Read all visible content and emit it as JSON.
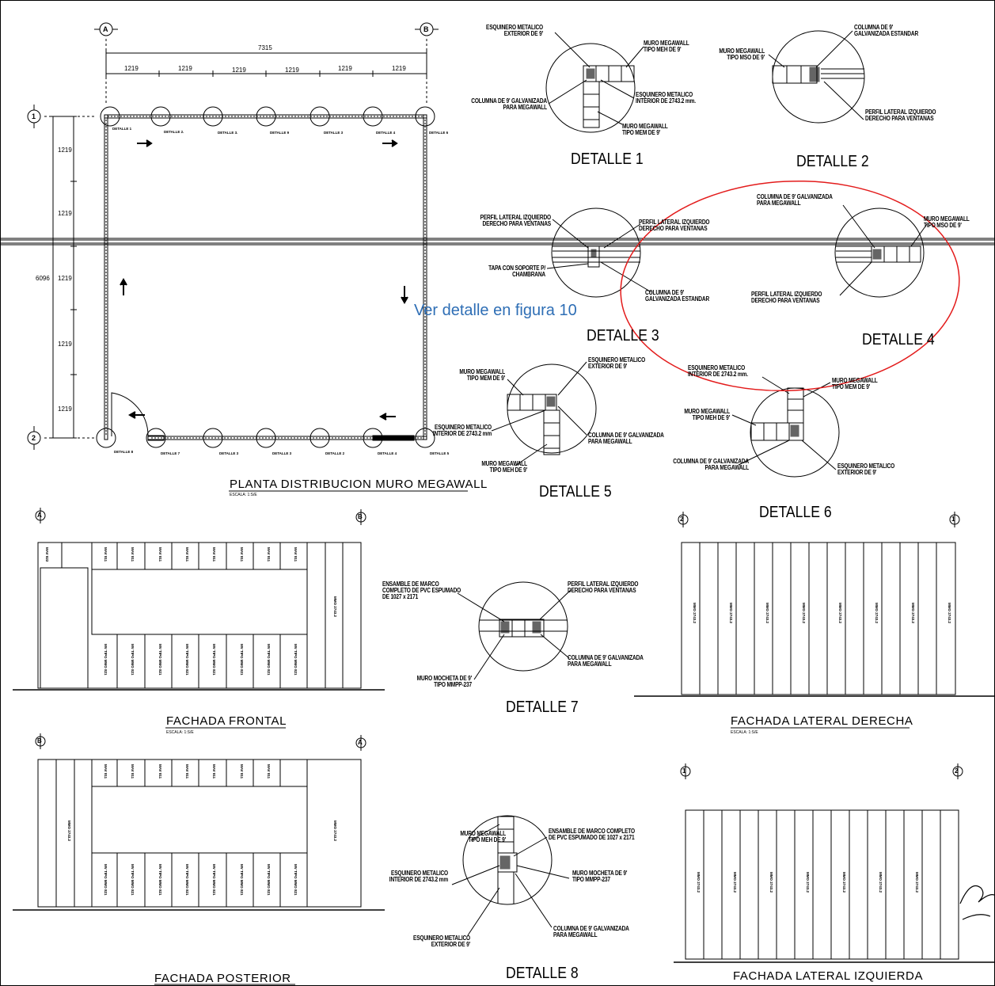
{
  "plan": {
    "title": "PLANTA DISTRIBUCION MURO MEGAWALL",
    "scale": "ESCALA: 1:S/E",
    "dims": {
      "total_x": "7315",
      "segments": [
        "1219",
        "1219",
        "1219",
        "1219",
        "1219",
        "1219"
      ],
      "total_y": "6096",
      "rows": [
        "1219",
        "1219",
        "1219",
        "1219",
        "1219"
      ]
    },
    "axes": [
      "A",
      "B",
      "1",
      "2"
    ],
    "top_details": [
      "DETALLE 1",
      "DETALLE 2.",
      "DETALLE 3.",
      "DETALLE 9",
      "DETALLE 3",
      "DETALLE 4",
      "DETALLE 6"
    ],
    "bottom_details": [
      "DETALLE 8",
      "DETALLE 7",
      "DETALLE 3",
      "DETALLE 3",
      "DETALLE 2",
      "DETALLE 4",
      "DETALLE 5"
    ]
  },
  "details": {
    "d1": {
      "title": "DETALLE 1",
      "labels": [
        "ESQUINERO METALICO EXTERIOR DE 9'",
        "MURO MEGAWALL TIPO MEH DE 9'",
        "ESQUINERO METALICO INTERIOR DE 2743.2 mm.",
        "COLUMNA DE 9' GALVANIZADA PARA MEGAWALL",
        "MURO MEGAWALL TIPO MEM DE 9'"
      ]
    },
    "d2": {
      "title": "DETALLE 2",
      "labels": [
        "COLUMNA DE 9' GALVANIZADA ESTANDAR",
        "MURO MEGAWALL TIPO MSO DE 9'",
        "PERFIL LATERAL IZQUIERDO DERECHO PARA VENTANAS"
      ]
    },
    "d3": {
      "title": "DETALLE 3",
      "labels": [
        "PERFIL LATERAL IZQUIERDO DERECHO PARA VENTANAS",
        "PERFIL LATERAL IZQUIERDO DERECHO PARA VENTANAS",
        "TAPA CON SOPORTE P/ CHAMBRANA",
        "COLUMNA DE 9' GALVANIZADA ESTANDAR"
      ]
    },
    "d4": {
      "title": "DETALLE 4",
      "labels": [
        "COLUMNA DE 9' GALVANIZADA PARA MEGAWALL",
        "MURO MEGAWALL TIPO MSO DE 9'",
        "PERFIL LATERAL IZQUIERDO DERECHO PARA VENTANAS"
      ]
    },
    "d5": {
      "title": "DETALLE 5",
      "labels": [
        "ESQUINERO METALICO EXTERIOR DE 9'",
        "MURO MEGAWALL TIPO MEM DE 9'",
        "ESQUINERO METALICO INTERIOR DE 2743.2 mm",
        "COLUMNA DE 9' GALVANIZADA PARA MEGAWALL",
        "MURO MEGAWALL TIPO MEH DE 9'"
      ]
    },
    "d6": {
      "title": "DETALLE 6",
      "labels": [
        "ESQUINERO METALICO INTERIOR DE 2743.2 mm.",
        "MURO MEGAWALL TIPO MEM DE 9'",
        "MURO MEGAWALL TIPO MEH DE 9'",
        "COLUMNA DE 9' GALVANIZADA PARA MEGAWALL",
        "ESQUINERO METALICO EXTERIOR DE 9'"
      ]
    },
    "d7": {
      "title": "DETALLE 7",
      "labels": [
        "ENSAMBLE DE MARCO COMPLETO DE PVC ESPUMADO DE 1027 x 2171",
        "PERFIL LATERAL IZQUIERDO DERECHO PARA VENTANAS",
        "COLUMNA DE 9' GALVANIZADA PARA MEGAWALL",
        "MURO MOCHETA DE 9' TIPO MMPP-237"
      ]
    },
    "d8": {
      "title": "DETALLE 8",
      "labels": [
        "MURO MEGAWALL TIPO MEH DE 9'",
        "ENSAMBLE DE MARCO COMPLETO DE PVC ESPUMADO DE 1027 x 2171",
        "ESQUINERO METALICO INTERIOR DE 2743.2 mm",
        "MURO MOCHETA DE 9' TIPO MMPP-237",
        "COLUMNA DE 9' GALVANIZADA PARA MEGAWALL",
        "ESQUINERO METALICO EXTERIOR DE 9'"
      ]
    }
  },
  "note": "Ver detalle en figura 10",
  "highlight_color": "#e31b1b",
  "note_color": "#2e6eb5",
  "elevations": {
    "frontal": {
      "title": "FACHADA FRONTAL",
      "scale": "ESCALA: 1:S/E",
      "top_label": "MAV 811",
      "top_label_first": "MAV 822",
      "bottom_label": "MV TIPO MMO 821",
      "side_label": "MMO 2743.2"
    },
    "lateral_derecha": {
      "title": "FACHADA LATERAL DERECHA",
      "scale": "ESCALA: 1:S/E",
      "panel_label": "MMO 2743.2"
    },
    "posterior": {
      "title": "FACHADA POSTERIOR",
      "top_label": "MAV 811",
      "bottom_label": "MV TIPO MMO 821",
      "side_label": "MMO 2743.2"
    },
    "lateral_izquierda": {
      "title": "FACHADA LATERAL IZQUIERDA",
      "panel_label": "MMO 2743.2"
    }
  }
}
